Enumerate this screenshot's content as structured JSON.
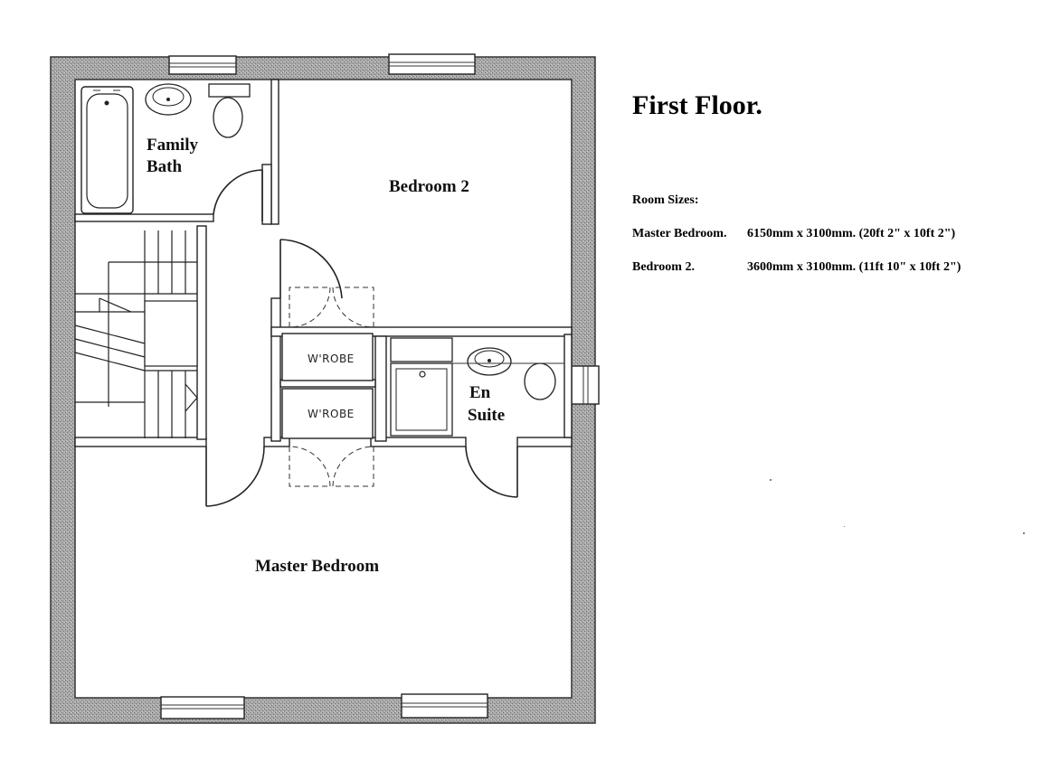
{
  "heading": "First Floor.",
  "room_sizes": {
    "title": "Room Sizes:",
    "rows": [
      {
        "name": "Master Bedroom.",
        "dims": "6150mm x 3100mm.  (20ft 2\" x 10ft 2\")"
      },
      {
        "name": "Bedroom 2.",
        "dims": "3600mm x 3100mm.  (11ft 10\" x 10ft 2\")"
      }
    ]
  },
  "rooms": {
    "family_bath_line1": "Family",
    "family_bath_line2": "Bath",
    "bedroom2": "Bedroom 2",
    "en_suite_line1": "En",
    "en_suite_line2": "Suite",
    "master_bedroom": "Master Bedroom",
    "wardrobe_top": "W'ROBE",
    "wardrobe_bottom": "W'ROBE"
  },
  "colors": {
    "wall_fill": "#9a9a9a",
    "wall_outline": "#333333",
    "background": "#ffffff"
  }
}
